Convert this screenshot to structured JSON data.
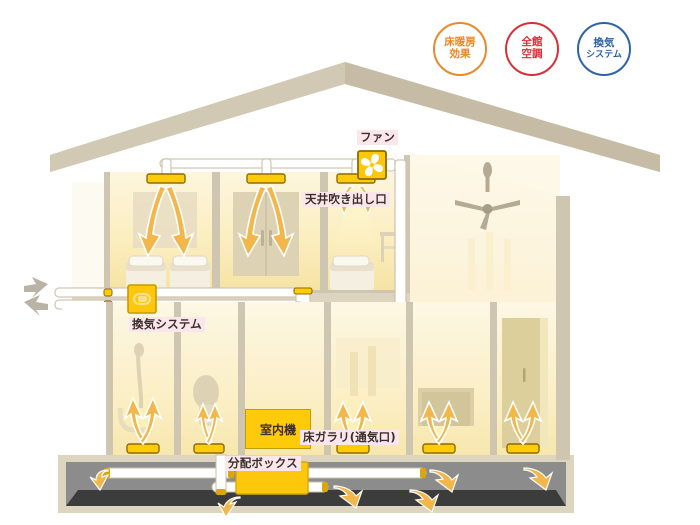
{
  "legend": {
    "badges": [
      {
        "name": "floor-heating-effect",
        "line1": "床暖房",
        "line2": "効果",
        "color": "#e8892a"
      },
      {
        "name": "whole-house-air-conditioning",
        "line1": "全館",
        "line2": "空調",
        "color": "#d62f36"
      },
      {
        "name": "ventilation-system",
        "line1": "換気",
        "line2": "システム",
        "color": "#2c63a8"
      }
    ]
  },
  "labels": {
    "fan": "ファン",
    "ceiling_outlet": "天井吹き出し口",
    "ventilation_system": "換気システム",
    "indoor_unit": "室内機",
    "floor_grille": "床ガラリ(通気口)",
    "distribution_box": "分配ボックス"
  },
  "icons": {
    "fan_unit": "fan-icon",
    "ventilation_unit": "ventilation-unit-icon",
    "exterior_airflow": "bidirectional-arrow-icon"
  },
  "colors": {
    "roof": "#cdc3ae",
    "wall": "#d7cfbd",
    "room_light": "#fdf3d2",
    "room_warm": "#f7e4a8",
    "equipment_yellow": "#fecb0a",
    "arrow_orange": "#f3b64a",
    "duct_white": "#ffffff",
    "crawlspace_gray": "#8c8c8c",
    "ground_dark": "#3c3c3c",
    "label_bg": "#fbe6ec"
  }
}
